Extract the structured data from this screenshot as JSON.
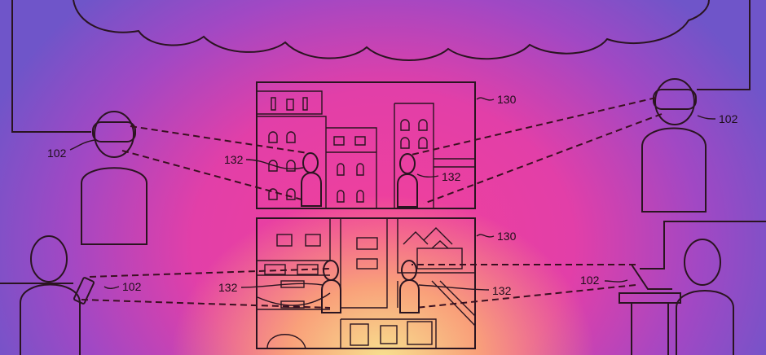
{
  "labels": {
    "device_top_left": "102",
    "device_top_right": "102",
    "device_bottom_left": "102",
    "device_bottom_right": "102",
    "environment_top": "130",
    "environment_bottom": "130",
    "avatar_top_left": "132",
    "avatar_top_right": "132",
    "avatar_bottom_left": "132",
    "avatar_bottom_right": "132"
  },
  "colors": {
    "edge": "#6f55c9",
    "center": "#f2409a",
    "glow": "#f7e08e",
    "ink": "#2a1420"
  }
}
